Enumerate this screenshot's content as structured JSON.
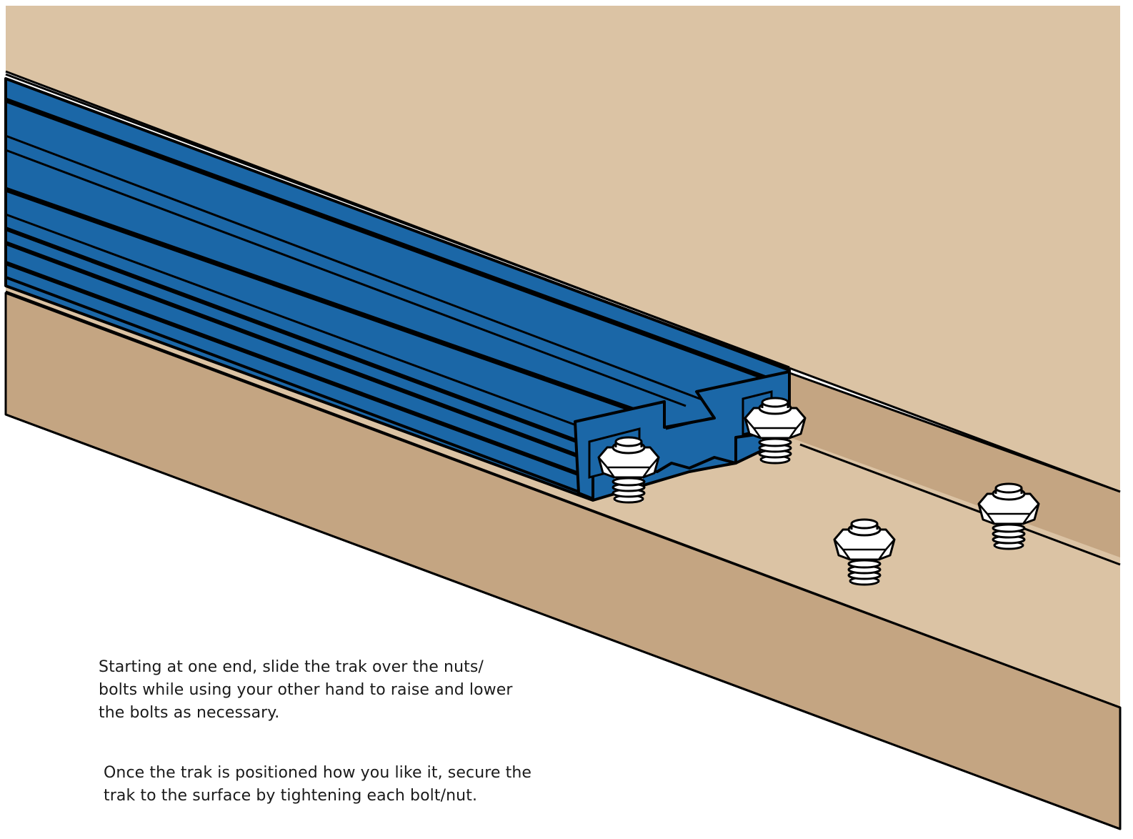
{
  "instructions": [
    {
      "lines": [
        "Starting at one end, slide the trak over the nuts/",
        "bolts while using your other hand to raise and lower",
        "the bolts as necessary."
      ]
    },
    {
      "lines": [
        "Once the trak is positioned how you like it, secure the",
        "trak to the surface by tightening each bolt/nut."
      ]
    }
  ],
  "colors": {
    "board_top": "#dbc3a4",
    "board_side": "#c4a582",
    "track_blue": "#1b67a7",
    "outline": "#000000",
    "hardware": "#ffffff"
  },
  "illustration": {
    "board": "wooden-board",
    "track": "blue-t-track",
    "hardware_count": 4,
    "hardware_item": "bolt-with-hex-nut"
  }
}
